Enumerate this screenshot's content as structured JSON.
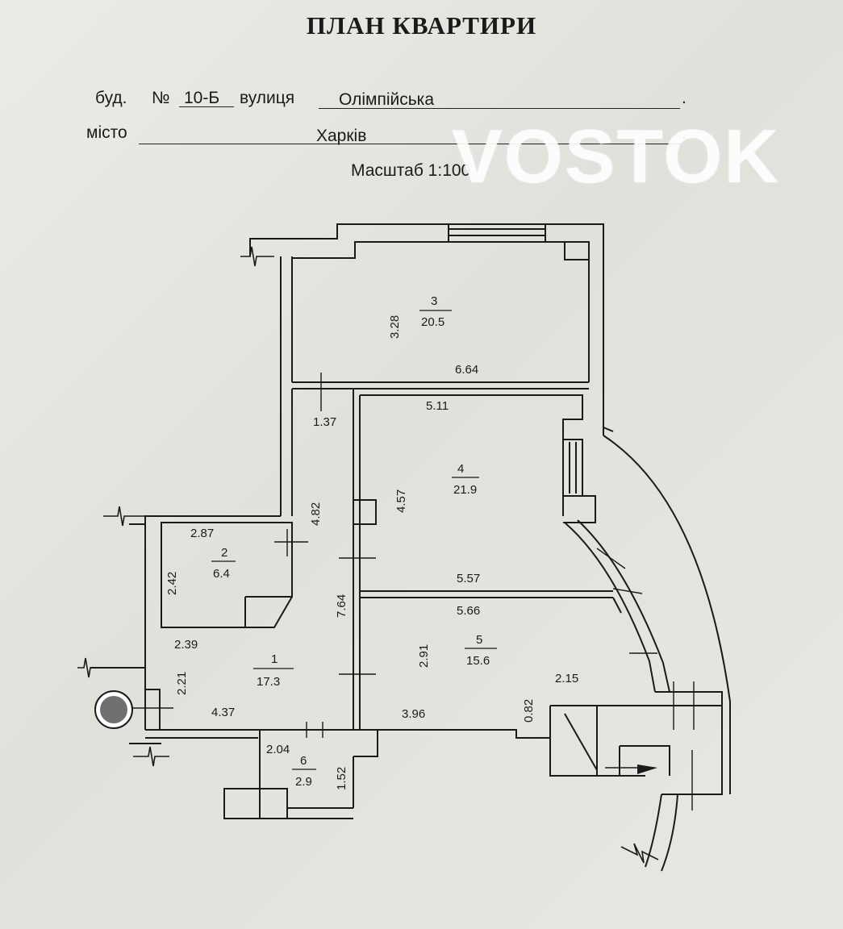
{
  "header": {
    "title": "ПЛАН КВАРТИРИ",
    "building_label": "буд.",
    "number_sign": "№",
    "building_number": "10-Б",
    "street_label": "вулиця",
    "street": "Олімпійська",
    "city_label": "місто",
    "city": "Харків",
    "scale_label": "Масштаб 1:100",
    "dot": "."
  },
  "watermark": "VOSTOK",
  "rooms": [
    {
      "id": "1",
      "number": "1",
      "area": "17.3"
    },
    {
      "id": "2",
      "number": "2",
      "area": "6.4"
    },
    {
      "id": "3",
      "number": "3",
      "area": "20.5"
    },
    {
      "id": "4",
      "number": "4",
      "area": "21.9"
    },
    {
      "id": "5",
      "number": "5",
      "area": "15.6"
    },
    {
      "id": "6",
      "number": "6",
      "area": "2.9"
    }
  ],
  "dimensions": {
    "d328": "3.28",
    "d664": "6.64",
    "d137": "1.37",
    "d511": "5.11",
    "d457": "4.57",
    "d482": "4.82",
    "d287": "2.87",
    "d242": "2.42",
    "d764": "7.64",
    "d557": "5.57",
    "d566": "5.66",
    "d291": "2.91",
    "d239": "2.39",
    "d221": "2.21",
    "d437": "4.37",
    "d396": "3.96",
    "d215": "2.15",
    "d082": "0.82",
    "d204": "2.04",
    "d152": "1.52"
  }
}
